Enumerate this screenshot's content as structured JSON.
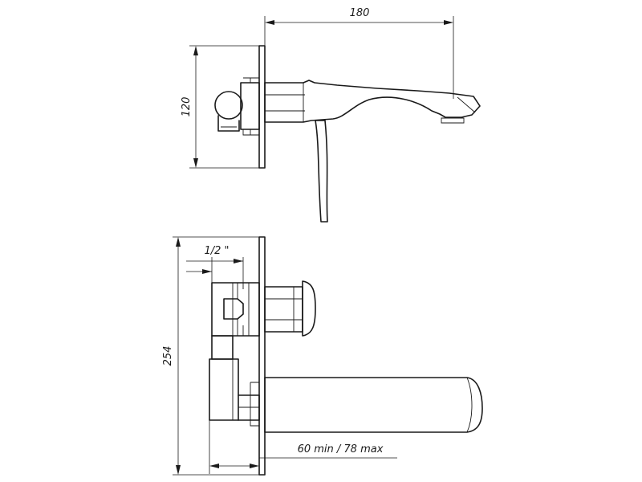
{
  "drawing": {
    "dimensions": {
      "spout_reach": "180",
      "plate_height": "120",
      "thread": "1/2 \"",
      "total_height": "254",
      "wall_depth": "60 min / 78 max"
    }
  }
}
